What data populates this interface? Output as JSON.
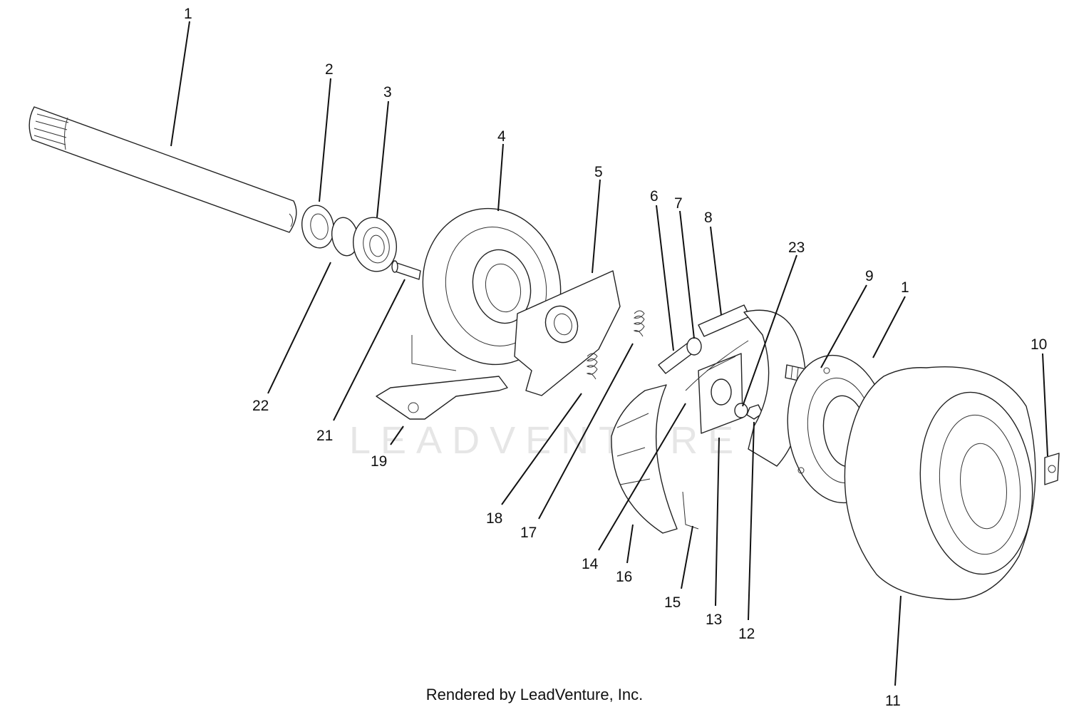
{
  "watermark": "LEADVENTURE",
  "credit": "Rendered by LeadVenture, Inc.",
  "callouts": [
    "1",
    "2",
    "3",
    "4",
    "5",
    "6",
    "7",
    "8",
    "23",
    "9",
    "1",
    "10",
    "22",
    "21",
    "19",
    "18",
    "17",
    "14",
    "16",
    "15",
    "13",
    "12",
    "11"
  ]
}
